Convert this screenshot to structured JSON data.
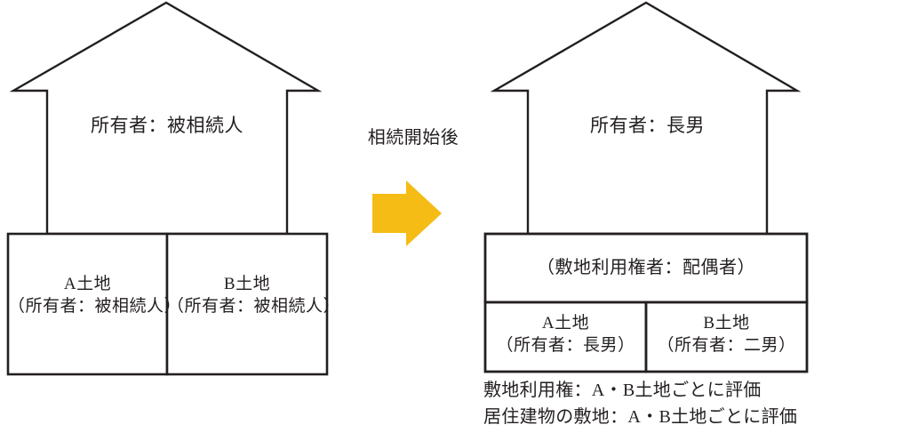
{
  "diagram": {
    "title_text": "",
    "transition": {
      "caption": "相続開始後",
      "arrow_icon": "right-arrow-icon",
      "arrow_color": "#F5BC15"
    },
    "before": {
      "house": {
        "owner_label": "所有者：被相続人"
      },
      "parcels": [
        {
          "name": "A土地",
          "owner": "（所有者：被相続人）"
        },
        {
          "name": "B土地",
          "owner": "（所有者：被相続人）"
        }
      ]
    },
    "after": {
      "house": {
        "owner_label": "所有者：長男"
      },
      "site_use_right": {
        "label": "（敷地利用権者：配偶者）"
      },
      "parcels": [
        {
          "name": "A土地",
          "owner": "（所有者：長男）"
        },
        {
          "name": "B土地",
          "owner": "（所有者：二男）"
        }
      ],
      "notes": [
        "敷地利用権：A・B土地ごとに評価",
        "居住建物の敷地：A・B土地ごとに評価"
      ]
    },
    "colors": {
      "line": "#231f20",
      "background": "#ffffff",
      "text": "#231f20"
    }
  }
}
